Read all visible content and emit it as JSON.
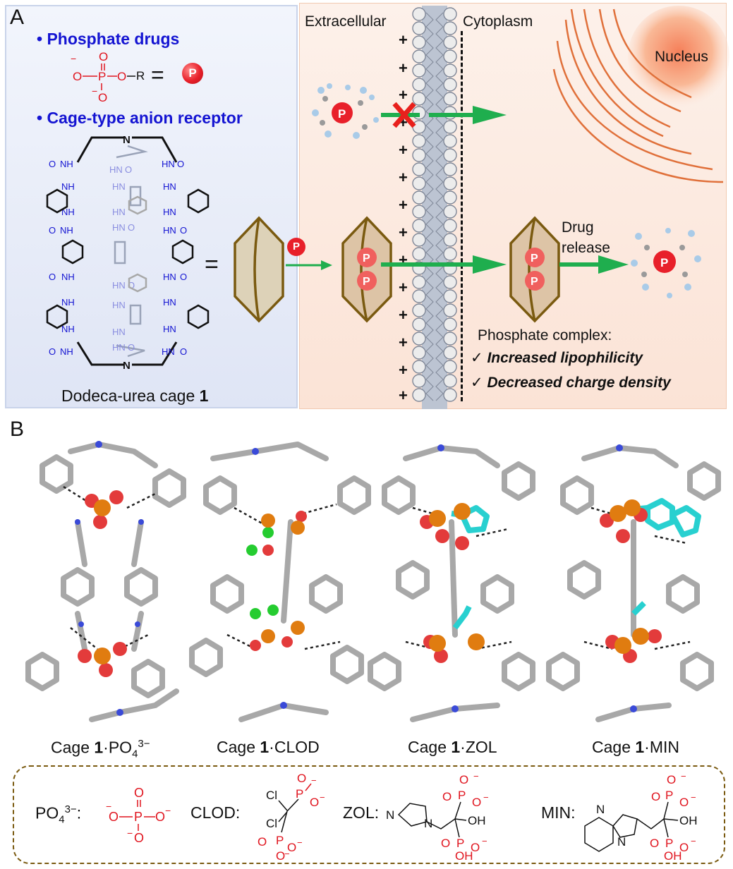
{
  "panel_a": {
    "label": "A",
    "bullet_phosphate": "Phosphate drugs",
    "bullet_cage": "Cage-type anion receptor",
    "equals": "=",
    "p_symbol": "P",
    "cage_name_prefix": "Dodeca-urea cage ",
    "cage_name_num": "1",
    "extracellular": "Extracellular",
    "cytoplasm": "Cytoplasm",
    "nucleus": "Nucleus",
    "drug_release_1": "Drug",
    "drug_release_2": "release",
    "complex_title": "Phosphate complex:",
    "complex_point_1": "Increased lipophilicity",
    "complex_point_2": "Decreased charge density",
    "check": "✓",
    "plus": "+",
    "formula_R": "R",
    "colors": {
      "blue_panel": "#dfe6f6",
      "peach_panel": "#fbe5d8",
      "arrow_green": "#1fae4e",
      "cross_red": "#e8201c",
      "phosphate_red": "#e8202a",
      "cage_brown": "#7a5a10"
    }
  },
  "panel_b": {
    "label": "B",
    "captions": [
      {
        "prefix": "Cage ",
        "num": "1",
        "suffix": "·PO",
        "sub": "4",
        "sup": "3−"
      },
      {
        "prefix": "Cage ",
        "num": "1",
        "suffix": "·CLOD",
        "sub": "",
        "sup": ""
      },
      {
        "prefix": "Cage ",
        "num": "1",
        "suffix": "·ZOL",
        "sub": "",
        "sup": ""
      },
      {
        "prefix": "Cage ",
        "num": "1",
        "suffix": "·MIN",
        "sub": "",
        "sup": ""
      }
    ],
    "legend": {
      "po4": "PO",
      "po4_sub": "4",
      "po4_sup": "3−",
      "po4_colon": ":",
      "clod": "CLOD:",
      "zol": "ZOL:",
      "min": "MIN:",
      "cl": "Cl",
      "oh": "OH",
      "n": "N"
    }
  }
}
